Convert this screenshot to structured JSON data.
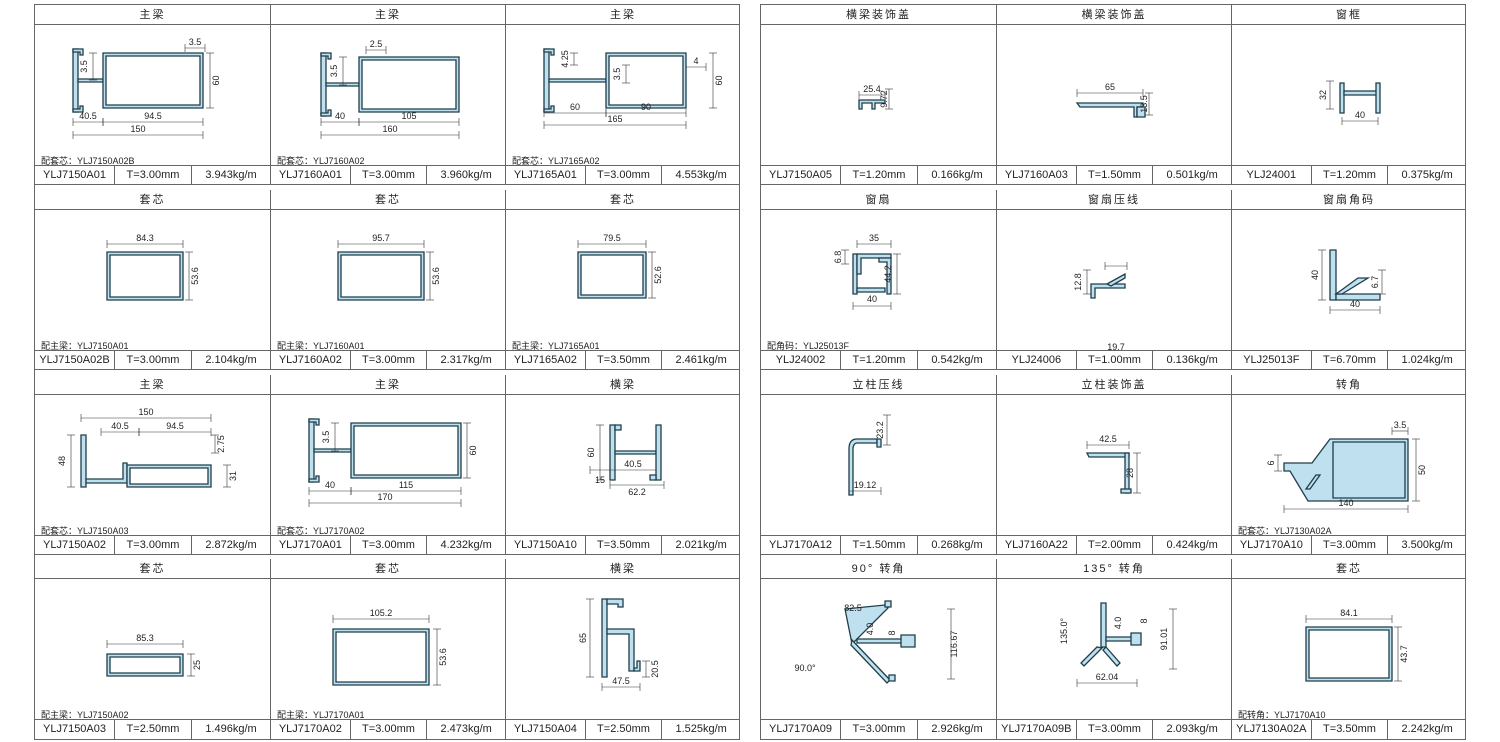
{
  "left": [
    [
      {
        "title": "主梁",
        "match": "配套芯：YLJ7150A02B",
        "code": "YLJ7150A01",
        "thick": "T=3.00mm",
        "weight": "3.943kg/m",
        "dims": [
          "3.5",
          "3.5",
          "60",
          "40.5",
          "94.5",
          "150"
        ]
      },
      {
        "title": "主梁",
        "match": "配套芯：YLJ7160A02",
        "code": "YLJ7160A01",
        "thick": "T=3.00mm",
        "weight": "3.960kg/m",
        "dims": [
          "2.5",
          "3.5",
          "40",
          "105",
          "160"
        ]
      },
      {
        "title": "主梁",
        "match": "配套芯：YLJ7165A02",
        "code": "YLJ7165A01",
        "thick": "T=3.00mm",
        "weight": "4.553kg/m",
        "dims": [
          "4.25",
          "3.5",
          "4",
          "60",
          "60",
          "90",
          "165"
        ]
      }
    ],
    [
      {
        "title": "套芯",
        "match": "配主梁：YLJ7150A01",
        "code": "YLJ7150A02B",
        "thick": "T=3.00mm",
        "weight": "2.104kg/m",
        "dims": [
          "84.3",
          "53.6"
        ]
      },
      {
        "title": "套芯",
        "match": "配主梁：YLJ7160A01",
        "code": "YLJ7160A02",
        "thick": "T=3.00mm",
        "weight": "2.317kg/m",
        "dims": [
          "95.7",
          "53.6"
        ]
      },
      {
        "title": "套芯",
        "match": "配主梁：YLJ7165A01",
        "code": "YLJ7165A02",
        "thick": "T=3.50mm",
        "weight": "2.461kg/m",
        "dims": [
          "79.5",
          "52.6"
        ]
      }
    ],
    [
      {
        "title": "主梁",
        "match": "配套芯：YLJ7150A03",
        "code": "YLJ7150A02",
        "thick": "T=3.00mm",
        "weight": "2.872kg/m",
        "dims": [
          "150",
          "40.5",
          "94.5",
          "2.75",
          "48",
          "31"
        ]
      },
      {
        "title": "主梁",
        "match": "配套芯：YLJ7170A02",
        "code": "YLJ7170A01",
        "thick": "T=3.00mm",
        "weight": "4.232kg/m",
        "dims": [
          "3.5",
          "60",
          "40",
          "115",
          "170"
        ]
      },
      {
        "title": "横梁",
        "match": "",
        "code": "YLJ7150A10",
        "thick": "T=3.50mm",
        "weight": "2.021kg/m",
        "dims": [
          "60",
          "15",
          "40.5",
          "62.2"
        ]
      }
    ],
    [
      {
        "title": "套芯",
        "match": "配主梁：YLJ7150A02",
        "code": "YLJ7150A03",
        "thick": "T=2.50mm",
        "weight": "1.496kg/m",
        "dims": [
          "85.3",
          "25"
        ]
      },
      {
        "title": "套芯",
        "match": "配主梁：YLJ7170A01",
        "code": "YLJ7170A02",
        "thick": "T=3.00mm",
        "weight": "2.473kg/m",
        "dims": [
          "105.2",
          "53.6"
        ]
      },
      {
        "title": "横梁",
        "match": "",
        "code": "YLJ7150A04",
        "thick": "T=2.50mm",
        "weight": "1.525kg/m",
        "dims": [
          "65",
          "20.5",
          "47.5"
        ]
      }
    ]
  ],
  "right": [
    [
      {
        "title": "横梁装饰盖",
        "match": "",
        "code": "YLJ7150A05",
        "thick": "T=1.20mm",
        "weight": "0.166kg/m",
        "dims": [
          "25.4",
          "9.72"
        ]
      },
      {
        "title": "横梁装饰盖",
        "match": "",
        "code": "YLJ7160A03",
        "thick": "T=1.50mm",
        "weight": "0.501kg/m",
        "dims": [
          "65",
          "13.5"
        ]
      },
      {
        "title": "窗框",
        "match": "",
        "code": "YLJ24001",
        "thick": "T=1.20mm",
        "weight": "0.375kg/m",
        "dims": [
          "32",
          "40"
        ]
      }
    ],
    [
      {
        "title": "窗扇",
        "match": "配角码：YLJ25013F",
        "code": "YLJ24002",
        "thick": "T=1.20mm",
        "weight": "0.542kg/m",
        "dims": [
          "35",
          "6.8",
          "44.2",
          "40"
        ]
      },
      {
        "title": "窗扇压线",
        "match": "",
        "code": "YLJ24006",
        "thick": "T=1.00mm",
        "weight": "0.136kg/m",
        "dims": [
          "12.8",
          "19.7"
        ]
      },
      {
        "title": "窗扇角码",
        "match": "",
        "code": "YLJ25013F",
        "thick": "T=6.70mm",
        "weight": "1.024kg/m",
        "dims": [
          "40",
          "6.7",
          "40"
        ]
      }
    ],
    [
      {
        "title": "立柱压线",
        "match": "",
        "code": "YLJ7170A12",
        "thick": "T=1.50mm",
        "weight": "0.268kg/m",
        "dims": [
          "23.2",
          "19.12"
        ]
      },
      {
        "title": "立柱装饰盖",
        "match": "",
        "code": "YLJ7160A22",
        "thick": "T=2.00mm",
        "weight": "0.424kg/m",
        "dims": [
          "42.5",
          "28"
        ]
      },
      {
        "title": "转角",
        "match": "配套芯：YLJ7130A02A",
        "code": "YLJ7170A10",
        "thick": "T=3.00mm",
        "weight": "3.500kg/m",
        "dims": [
          "3.5",
          "6",
          "50",
          "140"
        ]
      }
    ],
    [
      {
        "title": "90° 转角",
        "match": "",
        "code": "YLJ7170A09",
        "thick": "T=3.00mm",
        "weight": "2.926kg/m",
        "dims": [
          "82.5",
          "90.0°",
          "4.0",
          "8",
          "116.67"
        ]
      },
      {
        "title": "135° 转角",
        "match": "",
        "code": "YLJ7170A09B",
        "thick": "T=3.00mm",
        "weight": "2.093kg/m",
        "dims": [
          "135.0°",
          "4.0",
          "8",
          "91.01",
          "62.04"
        ]
      },
      {
        "title": "套芯",
        "match": "配转角：YLJ7170A10",
        "code": "YLJ7130A02A",
        "thick": "T=3.50mm",
        "weight": "2.242kg/m",
        "dims": [
          "84.1",
          "43.7"
        ]
      }
    ]
  ]
}
